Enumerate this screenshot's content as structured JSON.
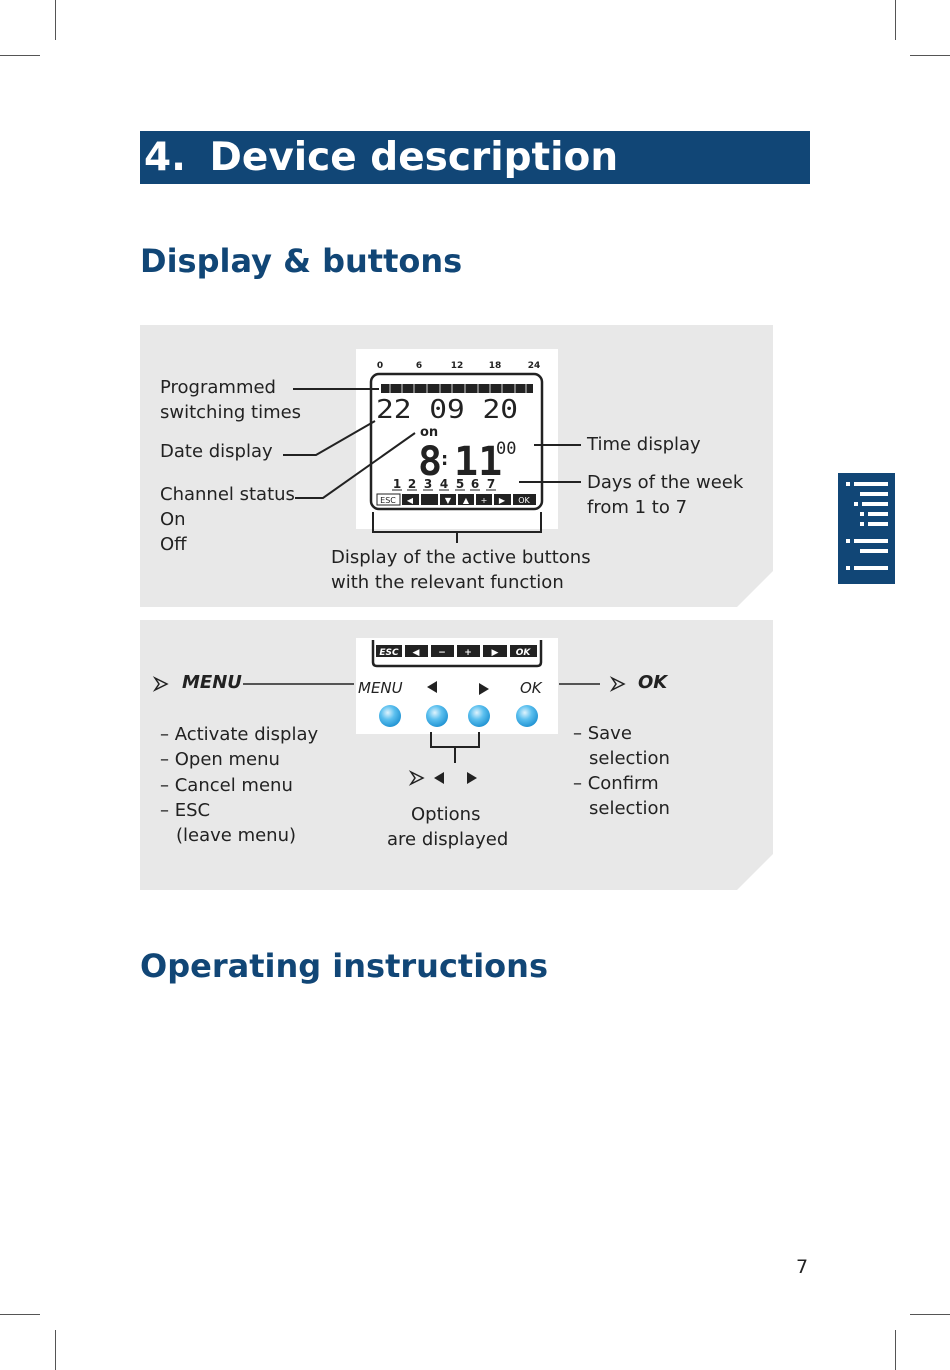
{
  "section": {
    "number": "4.",
    "title": "Device description"
  },
  "display_heading": "Display & buttons",
  "display_panel": {
    "scale": [
      "0",
      "6",
      "12",
      "18",
      "24"
    ],
    "date": "22 09 20",
    "channel": "on",
    "time_hours": "8",
    "time_minutes": "11",
    "time_seconds": "00",
    "days": [
      "1",
      "2",
      "3",
      "4",
      "5",
      "6",
      "7"
    ],
    "button_bar": [
      "ESC",
      "◀",
      "",
      "▼",
      "▲",
      "+",
      "▶",
      "OK"
    ],
    "labels": {
      "programmed_line1": "Programmed",
      "programmed_line2": "switching times",
      "date_display": "Date display",
      "channel_status": "Channel status",
      "on": "On",
      "off": "Off",
      "time_display": "Time display",
      "days_line1": "Days of the week",
      "days_line2": "from 1 to 7",
      "active_line1": "Display of the active buttons",
      "active_line2": "with the relevant function"
    }
  },
  "buttons_panel": {
    "bar": [
      "ESC",
      "◀",
      "−",
      "+",
      "▶",
      "OK"
    ],
    "key_labels": {
      "menu": "MENU",
      "ok": "OK"
    },
    "menu_title": "MENU",
    "menu_items": [
      "– Activate display",
      "– Open menu",
      "– Cancel menu",
      "– ESC",
      "(leave menu)"
    ],
    "ok_title": "OK",
    "ok_items": [
      "– Save",
      "selection",
      "– Confirm",
      "selection"
    ],
    "options_line1": "Options",
    "options_line2": "are displayed",
    "colors": {
      "button": "#29a3e0"
    }
  },
  "operating_heading": "Operating instructions",
  "page_number": "7",
  "colors": {
    "brand": "#114676",
    "panel": "#e8e8e8"
  }
}
